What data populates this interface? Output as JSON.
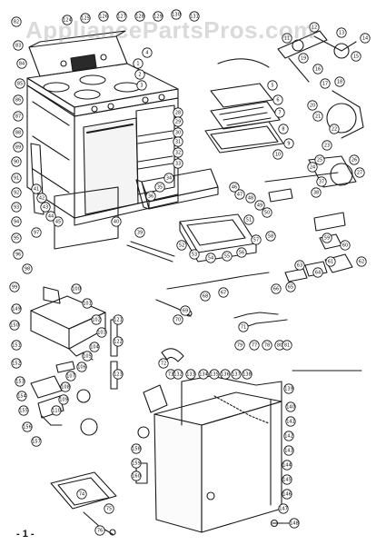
{
  "watermark": "AppliancePartsPros.com",
  "page_number": "- 1 -",
  "callouts": [
    {
      "label": "1"
    },
    {
      "label": "2"
    },
    {
      "label": "3"
    },
    {
      "label": "4"
    },
    {
      "label": "5"
    },
    {
      "label": "6"
    },
    {
      "label": "7"
    },
    {
      "label": "8"
    },
    {
      "label": "9"
    },
    {
      "label": "10"
    },
    {
      "label": "11"
    },
    {
      "label": "12"
    },
    {
      "label": "13"
    },
    {
      "label": "14"
    },
    {
      "label": "15"
    },
    {
      "label": "16"
    },
    {
      "label": "17"
    },
    {
      "label": "18"
    },
    {
      "label": "19"
    },
    {
      "label": "20"
    },
    {
      "label": "21"
    },
    {
      "label": "22"
    },
    {
      "label": "23"
    },
    {
      "label": "24"
    },
    {
      "label": "25"
    },
    {
      "label": "26"
    },
    {
      "label": "27"
    },
    {
      "label": "28"
    },
    {
      "label": "29"
    },
    {
      "label": "30"
    },
    {
      "label": "31"
    },
    {
      "label": "32"
    },
    {
      "label": "33"
    },
    {
      "label": "34"
    },
    {
      "label": "35"
    },
    {
      "label": "36"
    },
    {
      "label": "37"
    },
    {
      "label": "38"
    },
    {
      "label": "39"
    },
    {
      "label": "40"
    },
    {
      "label": "41"
    },
    {
      "label": "42"
    },
    {
      "label": "43"
    },
    {
      "label": "44"
    },
    {
      "label": "45"
    },
    {
      "label": "46"
    },
    {
      "label": "47"
    },
    {
      "label": "48"
    },
    {
      "label": "49"
    },
    {
      "label": "50"
    },
    {
      "label": "51"
    },
    {
      "label": "52"
    },
    {
      "label": "53"
    },
    {
      "label": "54"
    },
    {
      "label": "55"
    },
    {
      "label": "56"
    },
    {
      "label": "57"
    },
    {
      "label": "58"
    },
    {
      "label": "59"
    },
    {
      "label": "60"
    },
    {
      "label": "61"
    },
    {
      "label": "62"
    },
    {
      "label": "63"
    },
    {
      "label": "64"
    },
    {
      "label": "65"
    },
    {
      "label": "66"
    },
    {
      "label": "67"
    },
    {
      "label": "68"
    },
    {
      "label": "69"
    },
    {
      "label": "70"
    },
    {
      "label": "71"
    },
    {
      "label": "72"
    },
    {
      "label": "73"
    },
    {
      "label": "74"
    },
    {
      "label": "75"
    },
    {
      "label": "76"
    },
    {
      "label": "77"
    },
    {
      "label": "78"
    },
    {
      "label": "79"
    },
    {
      "label": "80"
    },
    {
      "label": "81"
    },
    {
      "label": "82"
    },
    {
      "label": "83"
    },
    {
      "label": "84"
    },
    {
      "label": "85"
    },
    {
      "label": "86"
    },
    {
      "label": "87"
    },
    {
      "label": "88"
    },
    {
      "label": "89"
    },
    {
      "label": "90"
    },
    {
      "label": "91"
    },
    {
      "label": "92"
    },
    {
      "label": "93"
    },
    {
      "label": "94"
    },
    {
      "label": "95"
    },
    {
      "label": "96"
    },
    {
      "label": "97"
    },
    {
      "label": "98"
    },
    {
      "label": "99"
    },
    {
      "label": "100"
    },
    {
      "label": "101"
    },
    {
      "label": "102"
    },
    {
      "label": "103"
    },
    {
      "label": "104"
    },
    {
      "label": "105"
    },
    {
      "label": "106"
    },
    {
      "label": "107"
    },
    {
      "label": "108"
    },
    {
      "label": "109"
    },
    {
      "label": "110"
    },
    {
      "label": "121"
    },
    {
      "label": "122"
    },
    {
      "label": "123"
    },
    {
      "label": "124"
    },
    {
      "label": "125"
    },
    {
      "label": "126"
    },
    {
      "label": "127"
    },
    {
      "label": "128"
    },
    {
      "label": "129"
    },
    {
      "label": "130"
    },
    {
      "label": "131"
    },
    {
      "label": "132"
    },
    {
      "label": "133"
    },
    {
      "label": "134"
    },
    {
      "label": "135"
    },
    {
      "label": "136"
    },
    {
      "label": "137"
    },
    {
      "label": "138"
    },
    {
      "label": "139"
    },
    {
      "label": "140"
    },
    {
      "label": "141"
    },
    {
      "label": "142"
    },
    {
      "label": "143"
    },
    {
      "label": "144"
    },
    {
      "label": "145"
    },
    {
      "label": "146"
    },
    {
      "label": "147"
    },
    {
      "label": "148"
    },
    {
      "label": "149"
    },
    {
      "label": "150"
    },
    {
      "label": "151"
    },
    {
      "label": "152"
    },
    {
      "label": "153"
    },
    {
      "label": "154"
    },
    {
      "label": "155"
    },
    {
      "label": "156"
    },
    {
      "label": "157"
    },
    {
      "label": "158"
    },
    {
      "label": "159"
    },
    {
      "label": "160"
    },
    {
      "label": "161"
    },
    {
      "label": "162"
    },
    {
      "label": "163"
    },
    {
      "label": "164"
    },
    {
      "label": "165"
    },
    {
      "label": "166"
    }
  ]
}
